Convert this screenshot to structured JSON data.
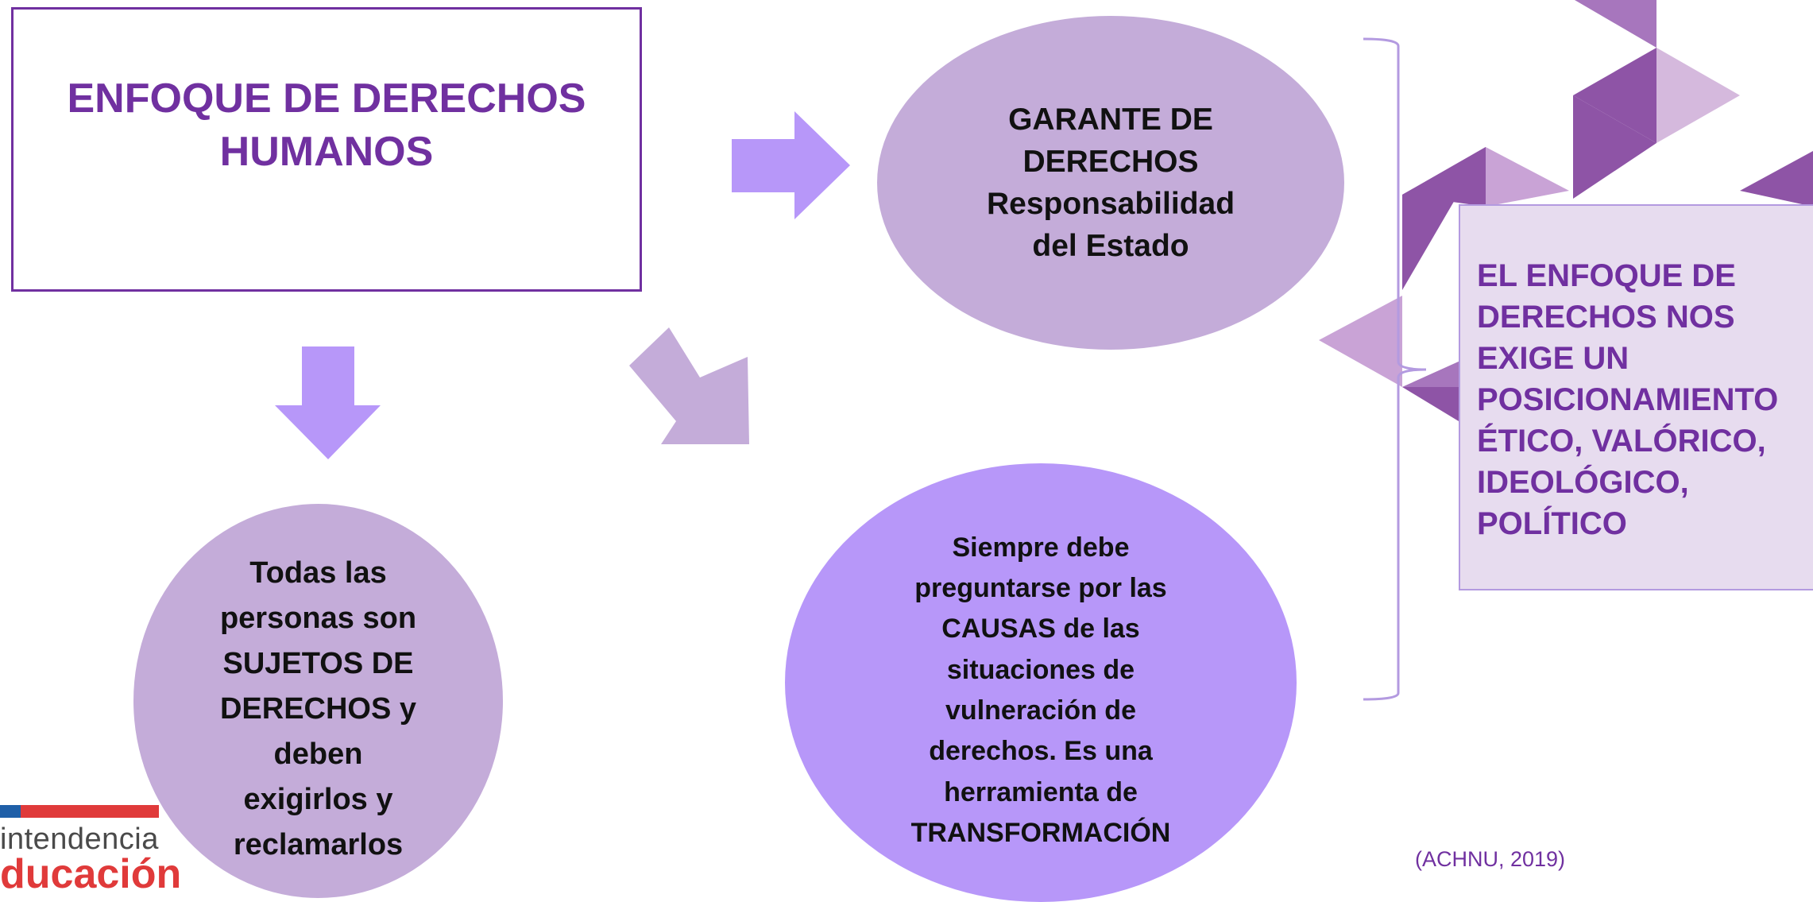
{
  "title": {
    "line1": "ENFOQUE DE DERECHOS",
    "line2": "HUMANOS"
  },
  "garante": {
    "lines": [
      "GARANTE DE",
      "DERECHOS",
      "Responsabilidad",
      "del Estado"
    ]
  },
  "sujetos": {
    "lines": [
      "Todas las",
      "personas son",
      "SUJETOS DE",
      "DERECHOS y",
      "deben",
      "exigirlos y",
      "reclamarlos"
    ]
  },
  "causas": {
    "lines": [
      "Siempre debe",
      "preguntarse por las",
      "CAUSAS de las",
      "situaciones de",
      "vulneración de",
      "derechos. Es una",
      "herramienta de",
      "TRANSFORMACIÓN"
    ]
  },
  "side_box": {
    "lines": [
      "EL ENFOQUE DE",
      "DERECHOS NOS",
      "EXIGE UN",
      "POSICIONAMIENTO",
      "ÉTICO, VALÓRICO,",
      "IDEOLÓGICO,",
      "POLÍTICO"
    ]
  },
  "citation": "(ACHNU, 2019)",
  "logo": {
    "line1": "intendencia",
    "line2": "ducación"
  },
  "colors": {
    "title_purple": "#7030a0",
    "ellipse_light": "#c4acd9",
    "ellipse_bright": "#b797f9",
    "arrow_bright": "#b797f9",
    "arrow_light": "#c4acd9",
    "side_box_bg": "#e7dcef",
    "deco_dark": "#8e54a6",
    "deco_mid": "#b47fc4",
    "deco_light": "#d5b9dd",
    "logo_red": "#e03a3a",
    "logo_blue": "#1f5fa8"
  },
  "icons": [
    "arrow-right-icon",
    "arrow-down-icon",
    "arrow-diagonal-icon",
    "bracket-icon",
    "triangle-decoration"
  ]
}
